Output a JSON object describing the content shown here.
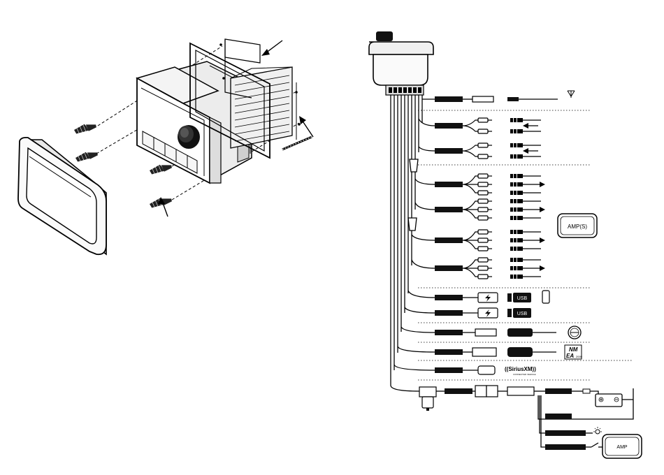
{
  "install": {
    "panel_arrow": "panel-arrow",
    "screw_count": 4
  },
  "wiring": {
    "amp_label_1": "AMP(S)",
    "amp_label_2": "AMP",
    "usb_label_1": "USB",
    "usb_label_2": "USB",
    "nmea_label_top": "NM",
    "nmea_label_bottom": "EA",
    "nmea_suffix": "2000",
    "sirius_label": "((SiriusXM))",
    "sirius_sub": "CONNECTED VEHICLE"
  },
  "icons": [
    "antenna-icon",
    "arrow-left-icon",
    "arrow-right-icon",
    "lightning-icon",
    "usb-icon",
    "phone-icon",
    "steering-wheel-icon",
    "battery-icon",
    "light-icon",
    "switch-icon",
    "fuse-icon"
  ]
}
